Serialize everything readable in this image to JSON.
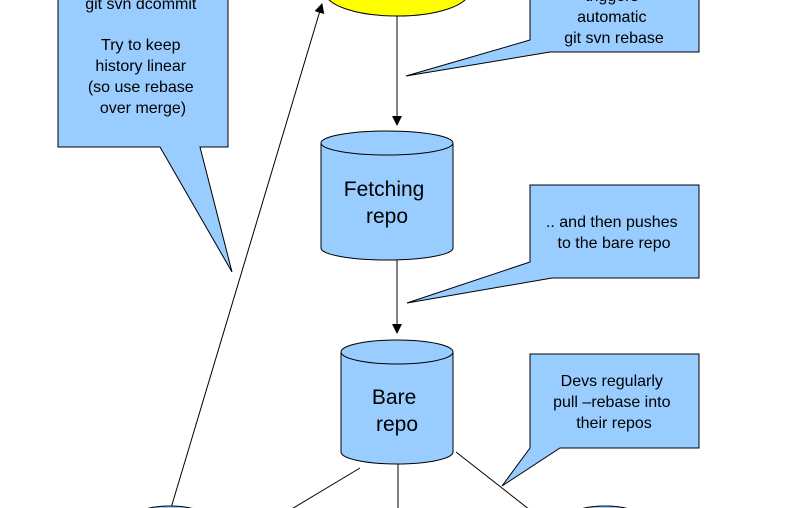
{
  "colors": {
    "box_fill": "#99ccff",
    "svn_node_fill": "#ffff00",
    "stroke": "#000000",
    "background": "#ffffff"
  },
  "callouts": {
    "left": {
      "lines": [
        "git svn dcommit",
        "",
        "Try to keep",
        "history linear",
        "(so use rebase",
        "over merge)"
      ]
    },
    "top_right": {
      "lines": [
        "triggers",
        "automatic",
        "git svn rebase"
      ]
    },
    "middle_right": {
      "lines": [
        ".. and then pushes",
        "to the bare repo"
      ]
    },
    "bottom_right": {
      "lines": [
        "Devs regularly",
        "pull –rebase into",
        "their repos"
      ]
    }
  },
  "nodes": {
    "fetching_repo": {
      "lines": [
        "Fetching",
        "repo"
      ]
    },
    "bare_repo": {
      "lines": [
        "Bare",
        "repo"
      ]
    }
  }
}
